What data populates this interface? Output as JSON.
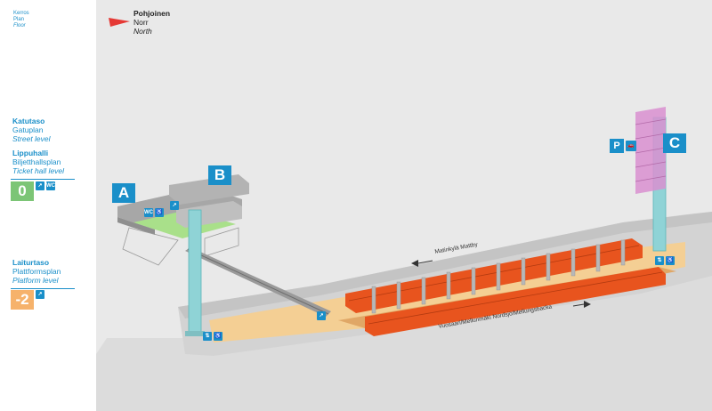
{
  "north": {
    "fi": "Pohjoinen",
    "sv": "Norr",
    "en": "North"
  },
  "floor_header": {
    "fi": "Kerros",
    "sv": "Plan",
    "en": "Floor"
  },
  "levels": [
    {
      "fi": "Katutaso",
      "sv": "Gatuplan",
      "en": "Street level",
      "number": "",
      "color": ""
    },
    {
      "fi": "Lippuhalli",
      "sv": "Biljetthallsplan",
      "en": "Ticket hall level",
      "number": "0",
      "color": "#7cc576"
    },
    {
      "fi": "Laiturtaso",
      "sv": "Plattformsplan",
      "en": "Platform level",
      "number": "-2",
      "color": "#f6b26b"
    }
  ],
  "entrances": {
    "a": "A",
    "b": "B",
    "c": "C"
  },
  "parking": "P",
  "wc": "WC",
  "directions": {
    "west": "Matinkylä  Mattby",
    "east": "Vuosaari/Mellunmäki  Nordsjö/Mellungsbacka"
  },
  "colors": {
    "accent": "#1a8fc9",
    "train": "#e8541e",
    "platform": "#f6c48a",
    "ticket_hall": "#a9e08a",
    "stair_c": "#d98fd0"
  },
  "icons": [
    "north-arrow-icon",
    "escalator-icon",
    "wheelchair-icon",
    "wc-icon",
    "elevator-icon",
    "car-icon"
  ]
}
